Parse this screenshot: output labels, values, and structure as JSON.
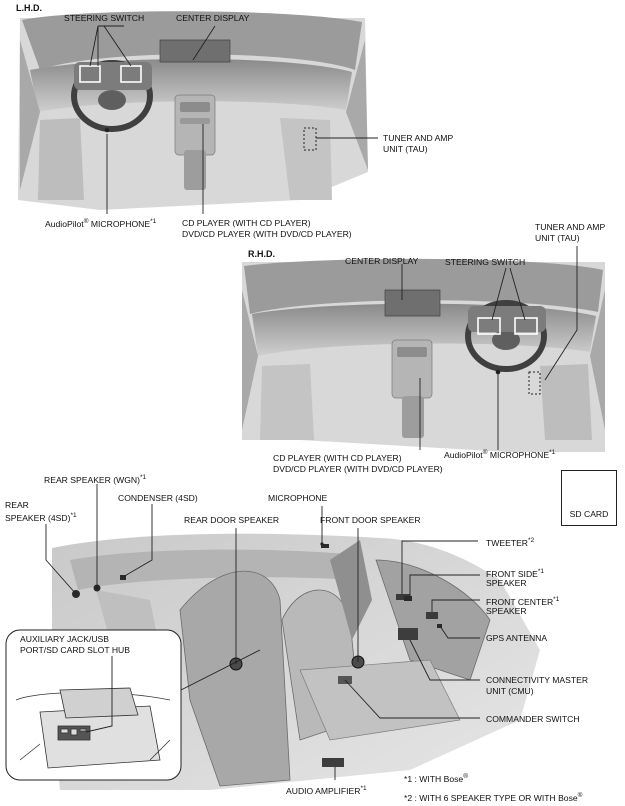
{
  "lhd": {
    "title": "L.H.D.",
    "steering_switch": "STEERING SWITCH",
    "center_display": "CENTER DISPLAY",
    "tau_line1": "TUNER AND AMP",
    "tau_line2": "UNIT (TAU)",
    "audiopilot_pre": "AudioPilot",
    "audiopilot_reg": "®",
    "audiopilot_post": " MICROPHONE",
    "audiopilot_note": "*1",
    "cd_line1": "CD PLAYER (WITH CD PLAYER)",
    "cd_line2": "DVD/CD PLAYER (WITH DVD/CD PLAYER)"
  },
  "rhd": {
    "title": "R.H.D.",
    "tau_line1": "TUNER AND AMP",
    "tau_line2": "UNIT (TAU)",
    "center_display": "CENTER DISPLAY",
    "steering_switch": "STEERING SWITCH",
    "cd_line1": "CD PLAYER (WITH CD PLAYER)",
    "cd_line2": "DVD/CD PLAYER (WITH DVD/CD PLAYER)",
    "audiopilot_pre": "AudioPilot",
    "audiopilot_reg": "®",
    "audiopilot_post": " MICROPHONE",
    "audiopilot_note": "*1"
  },
  "sd_card": {
    "label": "SD CARD"
  },
  "cabin": {
    "rear_speaker_wgn": "REAR SPEAKER (WGN)",
    "rear_speaker_wgn_note": "*1",
    "rear_speaker_4sd_line1": "REAR",
    "rear_speaker_4sd_line2": "SPEAKER (4SD)",
    "rear_speaker_4sd_note": "*1",
    "condenser": "CONDENSER (4SD)",
    "microphone": "MICROPHONE",
    "rear_door_speaker": "REAR DOOR SPEAKER",
    "front_door_speaker": "FRONT DOOR SPEAKER",
    "tweeter": "TWEETER",
    "tweeter_note": "*2",
    "front_side_line1": "FRONT SIDE",
    "front_side_note": "*1",
    "front_side_line2": "SPEAKER",
    "front_center_line1": "FRONT CENTER",
    "front_center_note": "*1",
    "front_center_line2": "SPEAKER",
    "gps_antenna": "GPS ANTENNA",
    "cmu_line1": "CONNECTIVITY MASTER",
    "cmu_line2": "UNIT (CMU)",
    "commander_switch": "COMMANDER SWITCH",
    "aux_line1": "AUXILIARY JACK/USB",
    "aux_line2": "PORT/SD CARD SLOT HUB",
    "audio_amp": "AUDIO AMPLIFIER",
    "audio_amp_note": "*1"
  },
  "footnotes": {
    "note1_pre": "*1 : WITH Bose",
    "note1_reg": "®",
    "note2_pre": "*2 : WITH 6 SPEAKER TYPE OR WITH Bose",
    "note2_reg": "®"
  }
}
